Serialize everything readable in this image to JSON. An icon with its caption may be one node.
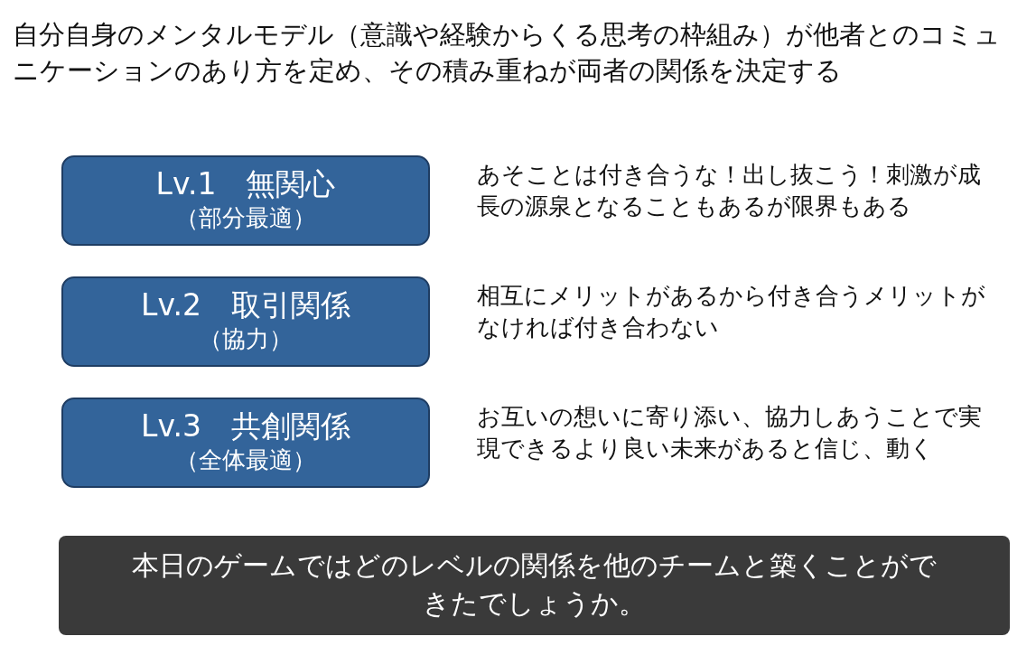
{
  "diagram": {
    "title": "自分自身のメンタルモデル（意識や経験からくる思考の枠組み）が他者とのコミュニケーションのあり方を定め、その積み重ねが両者の関係を決定する",
    "nodes": [
      {
        "text": [
          "Lv.1　無関心",
          "（部分最適）"
        ],
        "beside": [
          "あそことは付き合うな！出し抜こう！刺激が成長の源泉となることもあるが限界もある"
        ]
      },
      {
        "text": [
          "Lv.2　取引関係",
          "（協力）"
        ],
        "beside": [
          "相互にメリットがあるから付き合うメリットがなければ付き合わない"
        ]
      },
      {
        "text": [
          "Lv.3　共創関係",
          "（全体最適）"
        ],
        "beside": [
          "お互いの想いに寄り添い、協力しあうことで実現できるより良い未来があると信じ、動く"
        ]
      },
      {
        "text": [
          "本日のゲームではどのレベルの関係を他のチームと築くことができたでしょうか。"
        ]
      }
    ]
  }
}
